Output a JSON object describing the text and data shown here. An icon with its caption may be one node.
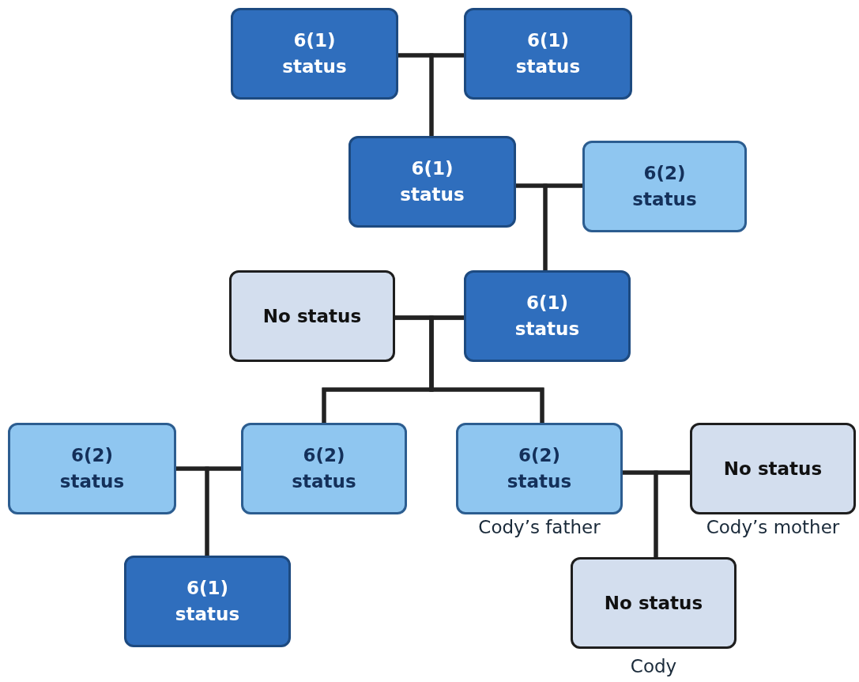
{
  "diagram": {
    "nodes": [
      {
        "text": [
          "6(1) status"
        ]
      },
      {
        "text": [
          "6(1) status"
        ]
      },
      {
        "text": [
          "6(1) status"
        ]
      },
      {
        "text": [
          "6(2) status"
        ]
      },
      {
        "text": [
          "No status"
        ]
      },
      {
        "text": [
          "6(1) status"
        ]
      },
      {
        "text": [
          "6(2) status"
        ]
      },
      {
        "text": [
          "6(2) status"
        ]
      },
      {
        "text": [
          "6(2) status"
        ],
        "beside": [
          "Cody’s father"
        ]
      },
      {
        "text": [
          "No status"
        ],
        "beside": [
          "Cody’s mother"
        ]
      },
      {
        "text": [
          "6(1) status"
        ]
      },
      {
        "text": [
          "No status"
        ],
        "beside": [
          "Cody"
        ]
      }
    ],
    "edges": [
      {
        "from": 0,
        "to": 1,
        "arrow": "none"
      },
      {
        "from": 0,
        "to": 2,
        "arrow": "none"
      },
      {
        "from": 1,
        "to": 2,
        "arrow": "none"
      },
      {
        "from": 2,
        "to": 3,
        "arrow": "none"
      },
      {
        "from": 2,
        "to": 5,
        "arrow": "none"
      },
      {
        "from": 3,
        "to": 5,
        "arrow": "none"
      },
      {
        "from": 4,
        "to": 5,
        "arrow": "none"
      },
      {
        "from": 4,
        "to": 7,
        "arrow": "none"
      },
      {
        "from": 5,
        "to": 7,
        "arrow": "none"
      },
      {
        "from": 4,
        "to": 8,
        "arrow": "none"
      },
      {
        "from": 5,
        "to": 8,
        "arrow": "none"
      },
      {
        "from": 6,
        "to": 7,
        "arrow": "none"
      },
      {
        "from": 6,
        "to": 10,
        "arrow": "none"
      },
      {
        "from": 7,
        "to": 10,
        "arrow": "none"
      },
      {
        "from": 8,
        "to": 9,
        "arrow": "none"
      },
      {
        "from": 8,
        "to": 11,
        "arrow": "none"
      },
      {
        "from": 9,
        "to": 11,
        "arrow": "none"
      }
    ]
  }
}
